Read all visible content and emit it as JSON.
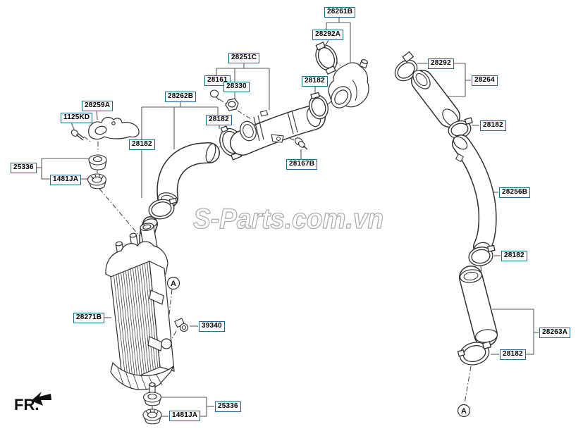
{
  "diagram": {
    "watermark": "S-Parts.com.vn",
    "front_marker": "FR.",
    "section_markers": [
      "A",
      "A"
    ],
    "colors": {
      "label_border": "#1a6b98",
      "label_text": "#000000",
      "line_art": "#2e2e2e",
      "leader_line": "#5a5a5a",
      "watermark_outline": "#9c9c9c"
    }
  },
  "labels": [
    {
      "text": "28261B"
    },
    {
      "text": "28292A"
    },
    {
      "text": "28251C"
    },
    {
      "text": "28161"
    },
    {
      "text": "28330"
    },
    {
      "text": "28182"
    },
    {
      "text": "28292"
    },
    {
      "text": "28264"
    },
    {
      "text": "28262B"
    },
    {
      "text": "28259A"
    },
    {
      "text": "1125KD"
    },
    {
      "text": "28182"
    },
    {
      "text": "28182"
    },
    {
      "text": "25336"
    },
    {
      "text": "1481JA"
    },
    {
      "text": "28182"
    },
    {
      "text": "28256B"
    },
    {
      "text": "28167B"
    },
    {
      "text": "28271B"
    },
    {
      "text": "39340"
    },
    {
      "text": "28182"
    },
    {
      "text": "28263A"
    },
    {
      "text": "28182"
    },
    {
      "text": "25336"
    },
    {
      "text": "1481JA"
    }
  ]
}
